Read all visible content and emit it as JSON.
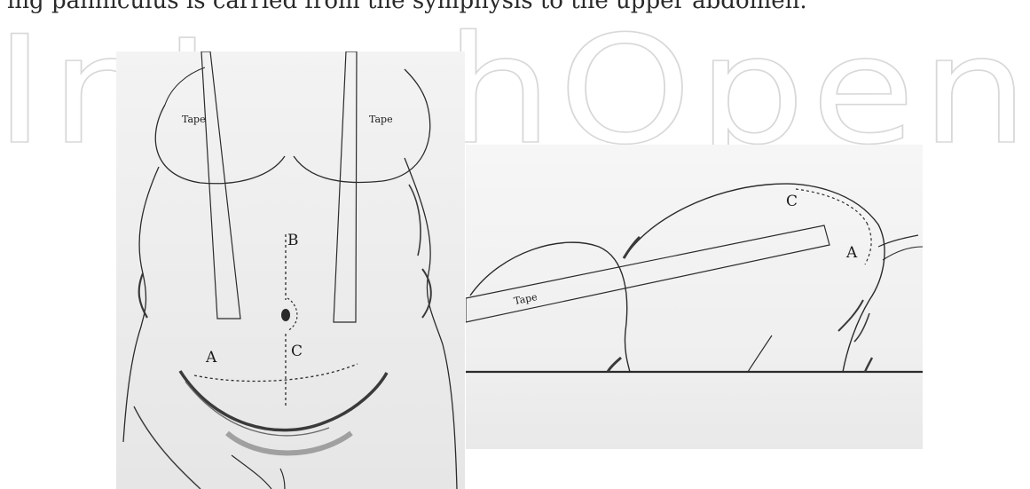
{
  "caption": {
    "text": "ing panniculus is carried from the symphysis to the upper abdomen."
  },
  "watermark": {
    "text": "IntechOpen"
  },
  "front_view": {
    "tape_left": "Tape",
    "tape_right": "Tape",
    "point_a": "A",
    "point_b": "B",
    "point_c": "C"
  },
  "side_view": {
    "tape": "Tape",
    "point_a": "A",
    "point_c": "C"
  },
  "colors": {
    "line": "#2b2b2b",
    "shadow": "#3a3a3a",
    "background": "#ffffff"
  }
}
